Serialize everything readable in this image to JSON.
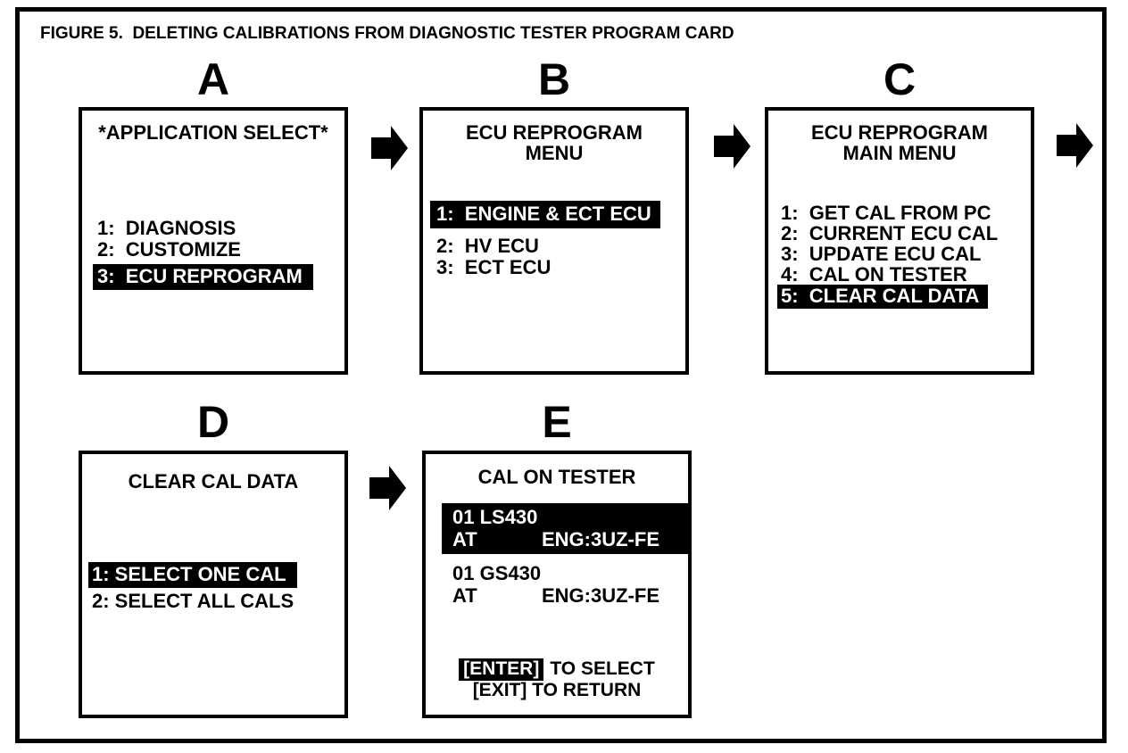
{
  "figure_title": "FIGURE 5.  DELETING CALIBRATIONS FROM DIAGNOSTIC TESTER PROGRAM CARD",
  "colors": {
    "foreground": "#000000",
    "background": "#ffffff",
    "highlight_bg": "#000000",
    "highlight_fg": "#ffffff"
  },
  "screens": {
    "a": {
      "letter": "A",
      "title": "*APPLICATION SELECT*",
      "items": [
        {
          "text": "1:  DIAGNOSIS",
          "highlighted": false
        },
        {
          "text": "2:  CUSTOMIZE",
          "highlighted": false
        },
        {
          "text": "3:  ECU REPROGRAM",
          "highlighted": true
        }
      ]
    },
    "b": {
      "letter": "B",
      "title_line1": "ECU REPROGRAM",
      "title_line2": "MENU",
      "items": [
        {
          "text": "1:  ENGINE & ECT ECU",
          "highlighted": true
        },
        {
          "text": "2:  HV ECU",
          "highlighted": false
        },
        {
          "text": "3:  ECT ECU",
          "highlighted": false
        }
      ]
    },
    "c": {
      "letter": "C",
      "title_line1": "ECU REPROGRAM",
      "title_line2": "MAIN MENU",
      "items": [
        {
          "text": "1:  GET CAL FROM PC",
          "highlighted": false
        },
        {
          "text": "2:  CURRENT ECU CAL",
          "highlighted": false
        },
        {
          "text": "3:  UPDATE ECU CAL",
          "highlighted": false
        },
        {
          "text": "4:  CAL ON TESTER",
          "highlighted": false
        },
        {
          "text": "5:  CLEAR CAL DATA",
          "highlighted": true
        }
      ]
    },
    "d": {
      "letter": "D",
      "title": "CLEAR CAL DATA",
      "items": [
        {
          "text": "1: SELECT ONE CAL",
          "highlighted": true
        },
        {
          "text": "2: SELECT ALL CALS",
          "highlighted": false
        }
      ]
    },
    "e": {
      "letter": "E",
      "title": "CAL ON TESTER",
      "entries": [
        {
          "line1": "01 LS430",
          "transmission": "AT",
          "engine": "ENG:3UZ-FE",
          "highlighted": true
        },
        {
          "line1": "01 GS430",
          "transmission": "AT",
          "engine": "ENG:3UZ-FE",
          "highlighted": false
        }
      ],
      "prompt": {
        "enter_key": "[ENTER]",
        "enter_action": "TO SELECT",
        "exit_line": "[EXIT] TO RETURN"
      }
    }
  }
}
